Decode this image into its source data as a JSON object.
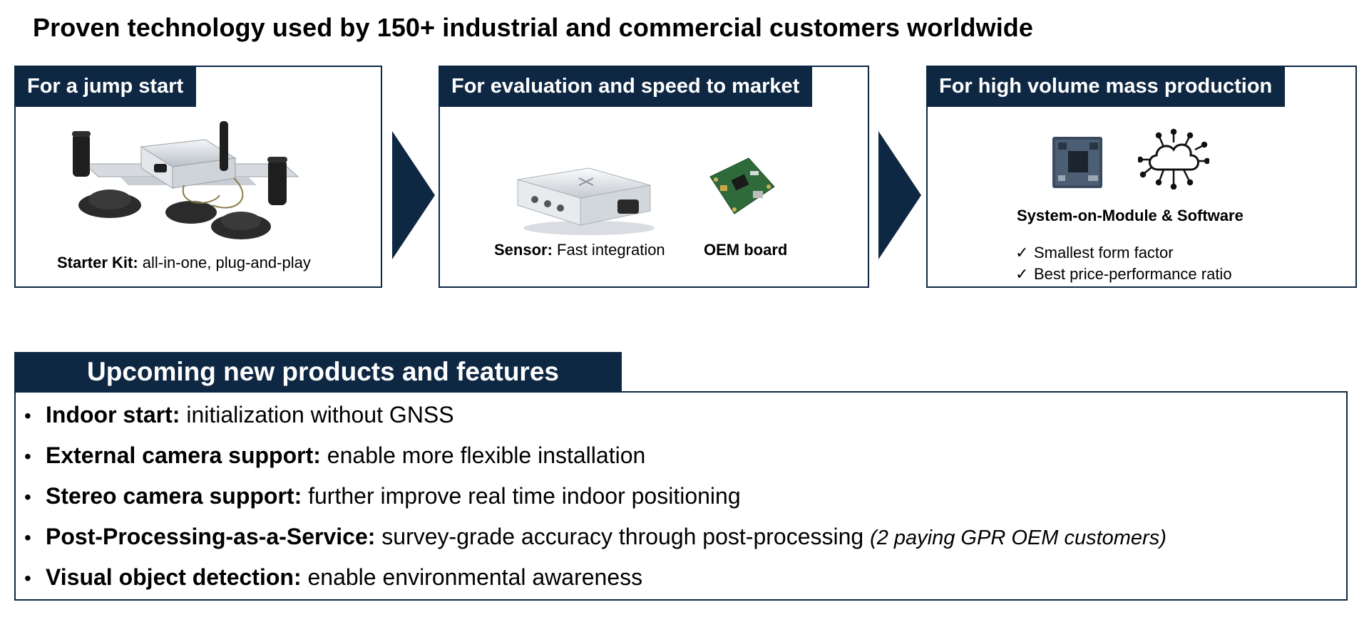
{
  "headline": "Proven technology used by 150+ industrial and commercial customers worldwide",
  "panels": [
    {
      "tag": "For a jump start",
      "caption_bold": "Starter Kit:",
      "caption_text": " all-in-one, plug-and-play"
    },
    {
      "tag": "For evaluation and speed to market",
      "sensor_bold": "Sensor:",
      "sensor_text": " Fast integration",
      "board_label": "OEM board"
    },
    {
      "tag": "For high volume mass production",
      "title": "System-on-Module &  Software",
      "checks": [
        {
          "mark": "✓",
          "text": "Smallest form factor"
        },
        {
          "mark": "✓",
          "text": "Best price-performance ratio"
        }
      ]
    }
  ],
  "icons": {
    "arrow": "chevron-right-icon",
    "cloud": "cloud-network-icon",
    "chip": "chip-icon"
  },
  "colors": {
    "navy": "#0e2844"
  },
  "upcoming": {
    "title": "Upcoming new products and  features",
    "bullet": "•",
    "items": [
      {
        "name": "Indoor start:",
        "text": " initialization without GNSS",
        "note": ""
      },
      {
        "name": "External camera support:",
        "text": " enable more flexible installation",
        "note": ""
      },
      {
        "name": "Stereo camera support:",
        "text": " further improve real time indoor positioning",
        "note": ""
      },
      {
        "name": "Post-Processing-as-a-Service:",
        "text": " survey-grade accuracy through post-processing ",
        "note": "(2 paying GPR OEM customers)"
      },
      {
        "name": "Visual object detection:",
        "text": " enable environmental awareness",
        "note": ""
      }
    ]
  }
}
